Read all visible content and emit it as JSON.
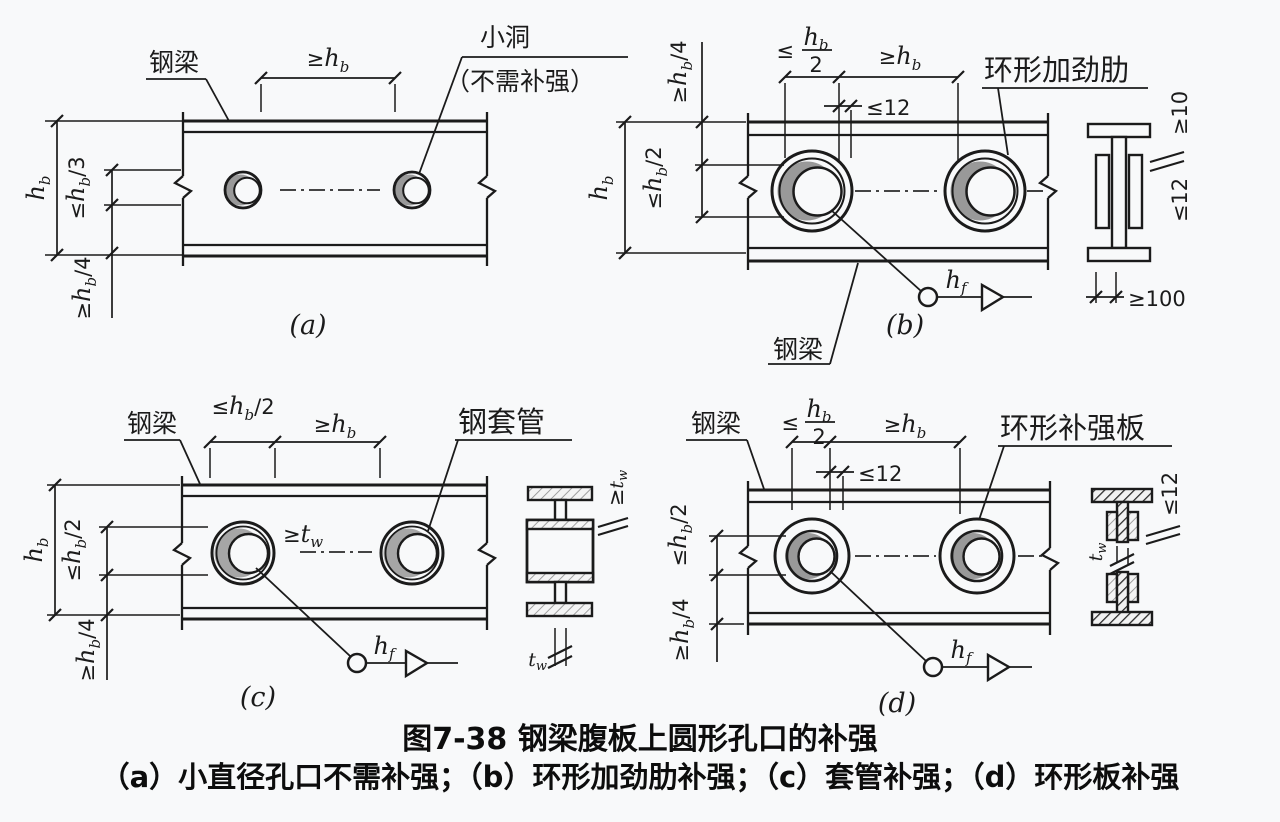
{
  "caption": {
    "title": "图7-38 钢梁腹板上圆形孔口的补强",
    "subtitle": "（a）小直径孔口不需补强；（b）环形加劲肋补强；（c）套管补强；（d）环形板补强"
  },
  "figures": {
    "a": {
      "letter": "(a)",
      "beam": "钢梁",
      "small_hole": "小洞",
      "no_reinforce": "（不需补强）"
    },
    "b": {
      "letter": "(b)",
      "beam": "钢梁",
      "ring_stiffener": "环形加劲肋"
    },
    "c": {
      "letter": "(c)",
      "beam": "钢梁",
      "steel_sleeve": "钢套管"
    },
    "d": {
      "letter": "(d)",
      "beam": "钢梁",
      "ring_plate": "环形补强板"
    }
  },
  "dims": {
    "hb": {
      "pre": "",
      "base": "h",
      "sub": "b",
      "post": ""
    },
    "ge_hb": {
      "pre": "≥",
      "base": "h",
      "sub": "b",
      "post": ""
    },
    "le_hb2": {
      "pre": "≤",
      "base": "h",
      "sub": "b",
      "post": "/2"
    },
    "le_hb3": {
      "pre": "≤",
      "base": "h",
      "sub": "b",
      "post": "/3"
    },
    "ge_hb4": {
      "pre": "≥",
      "base": "h",
      "sub": "b",
      "post": "/4"
    },
    "hf": {
      "pre": "",
      "base": "h",
      "sub": "f",
      "post": ""
    },
    "tw": {
      "pre": "",
      "base": "t",
      "sub": "w",
      "post": ""
    },
    "ge_tw": {
      "pre": "≥",
      "base": "t",
      "sub": "w",
      "post": ""
    },
    "frac_le": "≤",
    "frac_den": "2",
    "le12": "≤12",
    "ge10": "≥10",
    "ge100": "≥100"
  }
}
